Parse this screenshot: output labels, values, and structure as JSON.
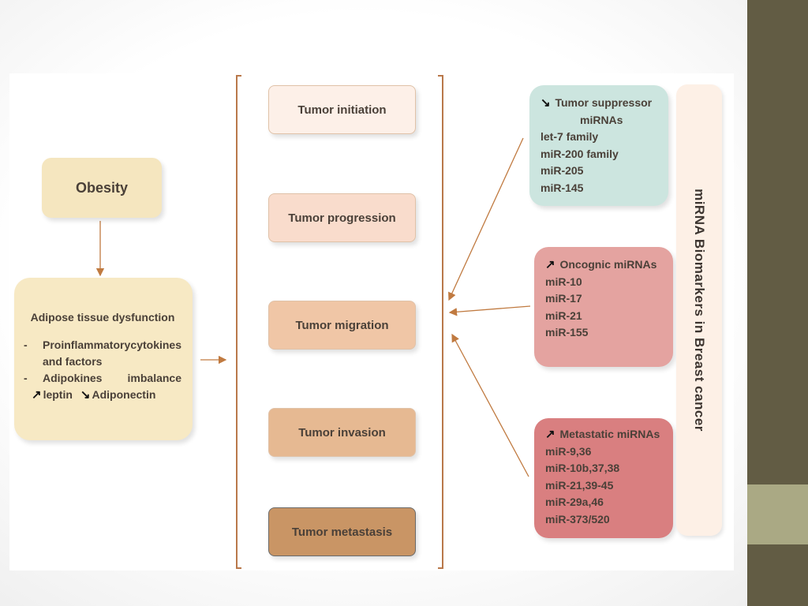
{
  "obesity": {
    "label": "Obesity"
  },
  "adipose": {
    "title": "Adipose tissue dysfunction",
    "bullets": [
      {
        "dash": "-",
        "text1": "Proinflammatory",
        "text1b": "cytokines",
        "text2": "and factors"
      },
      {
        "dash": "-",
        "text1": "Adipokines",
        "text1b": "imbalance",
        "up_label": "leptin",
        "down_label": "Adiponectin"
      }
    ]
  },
  "stages": [
    {
      "label": "Tumor initiation",
      "color": "#fdf0e8"
    },
    {
      "label": "Tumor progression",
      "color": "#f9dccc"
    },
    {
      "label": "Tumor migration",
      "color": "#f0c6a6"
    },
    {
      "label": "Tumor invasion",
      "color": "#e6b992"
    },
    {
      "label": "Tumor metastasis",
      "color": "#c99565"
    }
  ],
  "mirna_groups": [
    {
      "title": "Tumor suppressor",
      "title2": "miRNAs",
      "direction": "down",
      "items": [
        "let-7 family",
        "miR-200 family",
        "miR-205",
        "miR-145"
      ],
      "color": "#cce5df"
    },
    {
      "title": "Oncognic miRNAs",
      "direction": "up",
      "items": [
        "miR-10",
        "miR-17",
        "miR-21",
        "miR-155"
      ],
      "color": "#e4a3a0"
    },
    {
      "title": "Metastatic miRNAs",
      "direction": "up",
      "items": [
        "miR-9,36",
        "miR-10b,37,38",
        "miR-21,39-45",
        "miR-29a,46",
        "miR-373/520"
      ],
      "color": "#d97f80"
    }
  ],
  "vertical_label": "miRNA Biomarkers in Breast cancer",
  "icons": {
    "up": "↗",
    "down": "↘"
  },
  "colors": {
    "arrow": "#c07a40",
    "sidebar": "#625c44",
    "sidebar_accent": "#aaa984"
  }
}
